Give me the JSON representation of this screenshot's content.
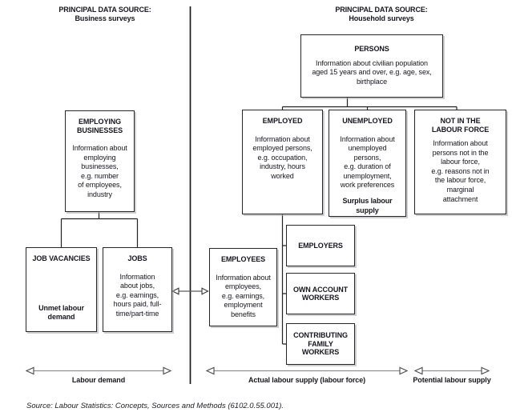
{
  "headers": {
    "left": "PRINCIPAL DATA SOURCE:\nBusiness surveys",
    "right": "PRINCIPAL DATA SOURCE:\nHousehold surveys"
  },
  "boxes": {
    "persons": {
      "title": "PERSONS",
      "body": "Information about civilian population\naged 15 years and over, e.g. age, sex,\nbirthplace"
    },
    "employing_businesses": {
      "title": "EMPLOYING\nBUSINESSES",
      "body": "Information about\nemploying\nbusinesses,\ne.g. number\nof employees,\nindustry"
    },
    "job_vacancies": {
      "title": "JOB VACANCIES",
      "footer": "Unmet labour\ndemand"
    },
    "jobs": {
      "title": "JOBS",
      "body": "Information\nabout jobs,\ne.g. earnings,\nhours paid, full-\ntime/part-time"
    },
    "employed": {
      "title": "EMPLOYED",
      "body": "Information about\nemployed persons,\ne.g. occupation,\nindustry, hours\nworked"
    },
    "unemployed": {
      "title": "UNEMPLOYED",
      "body": "Information about\nunemployed\npersons,\ne.g. duration of\nunemployment,\nwork preferences",
      "footer": "Surplus labour\nsupply"
    },
    "not_in_labour_force": {
      "title": "NOT IN THE\nLABOUR FORCE",
      "body": "Information about\npersons not in the\nlabour force,\ne.g. reasons not in\nthe labour force,\nmarginal\nattachment"
    },
    "employees": {
      "title": "EMPLOYEES",
      "body": "Information about\nemployees,\ne.g. earnings,\nemployment\nbenefits"
    },
    "employers": {
      "title": "EMPLOYERS"
    },
    "own_account_workers": {
      "title": "OWN ACCOUNT\nWORKERS"
    },
    "contributing_family_workers": {
      "title": "CONTRIBUTING\nFAMILY\nWORKERS"
    }
  },
  "arrow_labels": {
    "labour_demand": "Labour demand",
    "actual_labour_supply": "Actual labour supply (labour force)",
    "potential_labour_supply": "Potential labour supply"
  },
  "source_note": "Source: Labour Statistics: Concepts, Sources and Methods (6102.0.55.001).",
  "colors": {
    "line": "#222222",
    "arrow_shaft": "#8f8f8f",
    "arrow_head_stroke": "#4a4a4a",
    "text": "#16161e"
  }
}
